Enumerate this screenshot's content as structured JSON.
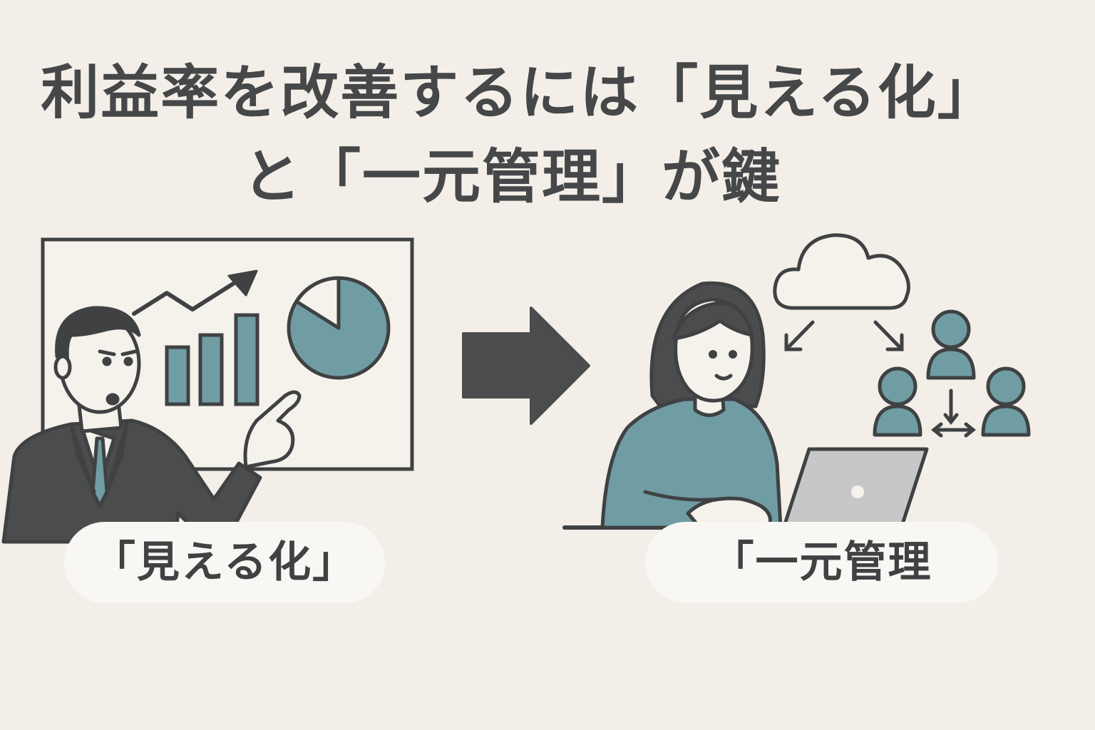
{
  "title": {
    "line1": "利益率を改善するには「見える化」",
    "line2": "と「一元管理」が鍵"
  },
  "labels": {
    "visualization": "「見える化」",
    "centralization": "「一元管理"
  },
  "colors": {
    "background": "#f3efe8",
    "ink": "#3f4142",
    "teal": "#6f9da3",
    "pill": "#f8f7f4",
    "laptop": "#c7c7c7"
  },
  "icons": [
    "whiteboard",
    "trend-arrow",
    "bar-chart",
    "pie-chart",
    "presenter-man",
    "right-arrow",
    "woman-with-laptop",
    "cloud",
    "person-group"
  ]
}
